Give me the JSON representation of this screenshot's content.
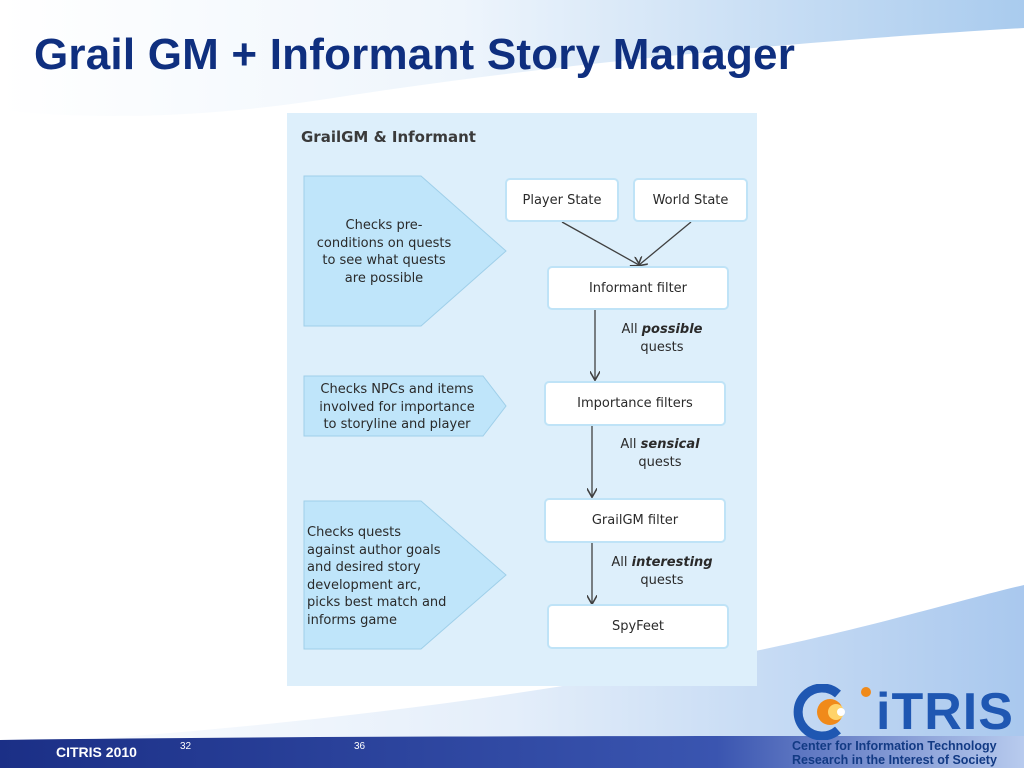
{
  "slide": {
    "title": "Grail GM + Informant Story Manager"
  },
  "diagram": {
    "heading": "GrailGM & Informant",
    "annotations": [
      {
        "lines": [
          "Checks pre-",
          "conditions on quests",
          "to see what quests",
          "are possible"
        ]
      },
      {
        "lines": [
          "Checks NPCs and items",
          "involved for importance",
          "to storyline and player"
        ]
      },
      {
        "lines": [
          "Checks quests",
          "against author goals",
          "and desired story",
          "development arc,",
          "picks best match and",
          "informs game"
        ]
      }
    ],
    "nodes": {
      "player_state": "Player State",
      "world_state": "World State",
      "informant_filter": "Informant filter",
      "importance_filters": "Importance filters",
      "grailgm_filter": "GrailGM filter",
      "spyfeet": "SpyFeet"
    },
    "edge_labels": {
      "possible": {
        "prefix": "All ",
        "emph": "possible",
        "suffix": "quests"
      },
      "sensical": {
        "prefix": "All ",
        "emph": "sensical",
        "suffix": "quests"
      },
      "interesting": {
        "prefix": "All ",
        "emph": "interesting",
        "suffix": "quests"
      }
    },
    "colors": {
      "panel": "#ddeffb",
      "annotation_fill": "#bfe5fa",
      "box_border": "#bfe3f7",
      "connector": "#404040"
    }
  },
  "footer": {
    "brand": "CITRIS 2010",
    "page_a": "32",
    "page_b": "36"
  },
  "logo": {
    "word": "iTRIS",
    "tagline_1": "Center for Information Technology",
    "tagline_2": "Research in the Interest of Society"
  },
  "colors": {
    "title": "#0f2f7f",
    "footer_band": "#1b2f86",
    "logo_blue": "#1f57b2",
    "logo_orange": "#f08a1a"
  }
}
